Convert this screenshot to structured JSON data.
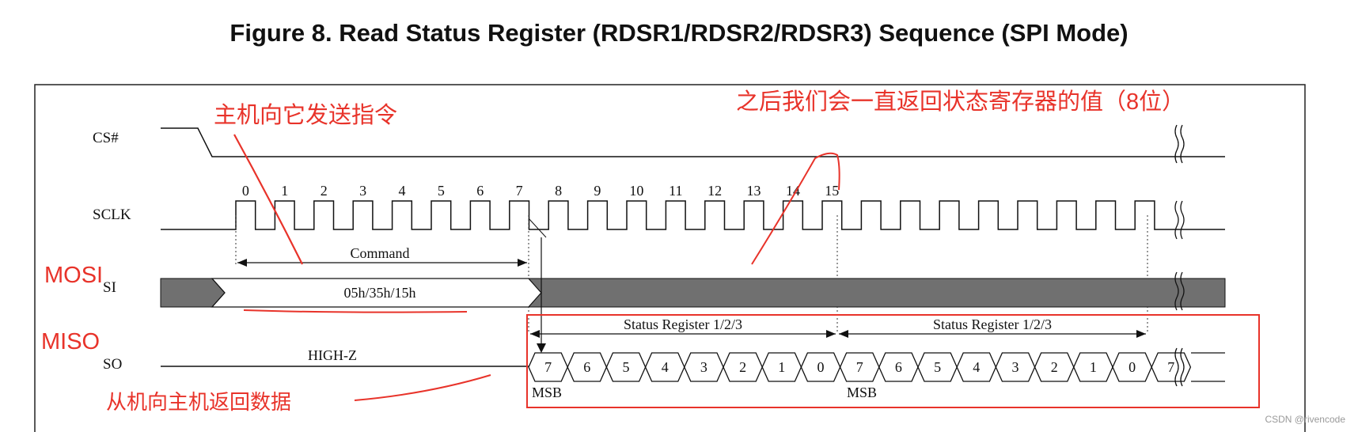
{
  "figure_title": "Figure 8.  Read Status Register (RDSR1/RDSR2/RDSR3) Sequence (SPI Mode)",
  "signals": {
    "cs": "CS#",
    "sclk": "SCLK",
    "si": "SI",
    "so": "SO"
  },
  "clock_ticks": [
    "0",
    "1",
    "2",
    "3",
    "4",
    "5",
    "6",
    "7",
    "8",
    "9",
    "10",
    "11",
    "12",
    "13",
    "14",
    "15"
  ],
  "si": {
    "span_label": "Command",
    "command_value": "05h/35h/15h"
  },
  "so": {
    "high_z_label": "HIGH-Z",
    "span_label_1": "Status Register 1/2/3",
    "span_label_2": "Status Register 1/2/3",
    "bits": [
      "7",
      "6",
      "5",
      "4",
      "3",
      "2",
      "1",
      "0",
      "7",
      "6",
      "5",
      "4",
      "3",
      "2",
      "1",
      "0",
      "7"
    ],
    "msb_label_1": "MSB",
    "msb_label_2": "MSB"
  },
  "annotations": {
    "host_sends": "主机向它发送指令",
    "returns_status": "之后我们会一直返回状态寄存器的值（8位）",
    "mosi": "MOSI",
    "miso": "MISO",
    "slave_returns": "从机向主机返回数据"
  },
  "watermark": "CSDN @rivencode",
  "colors": {
    "annotation": "#e8332a",
    "bus_fill": "#707070",
    "line": "#111111"
  }
}
